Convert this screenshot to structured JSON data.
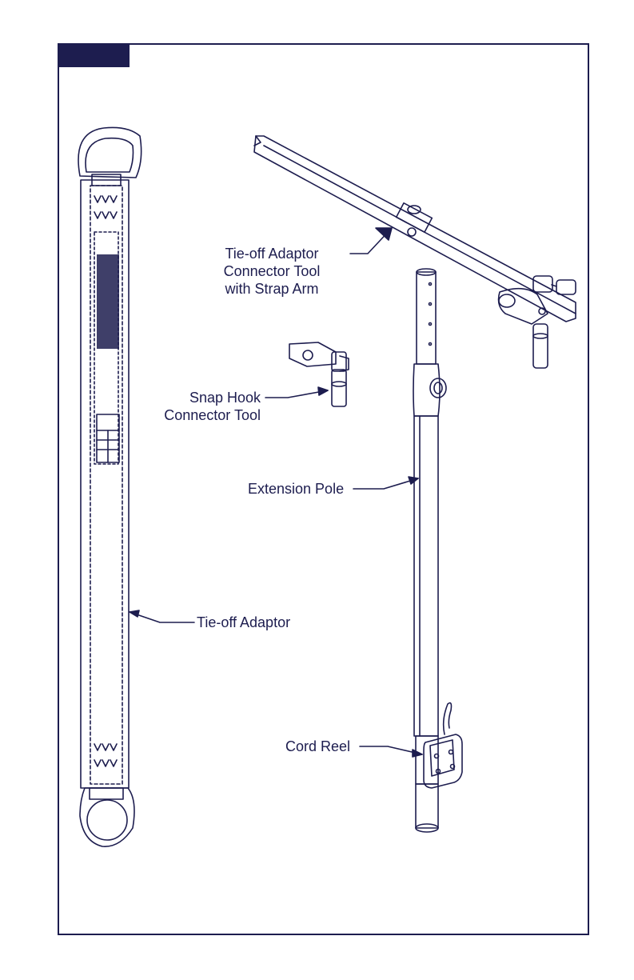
{
  "colors": {
    "ink": "#1d1d4f",
    "paper": "#ffffff"
  },
  "labels": {
    "strap_arm_line1": "Tie-off Adaptor",
    "strap_arm_line2": "Connector Tool",
    "strap_arm_line3": "with Strap Arm",
    "snap_hook_line1": "Snap Hook",
    "snap_hook_line2": "Connector Tool",
    "extension_pole": "Extension Pole",
    "tie_off_adaptor": "Tie-off Adaptor",
    "cord_reel": "Cord Reel"
  }
}
